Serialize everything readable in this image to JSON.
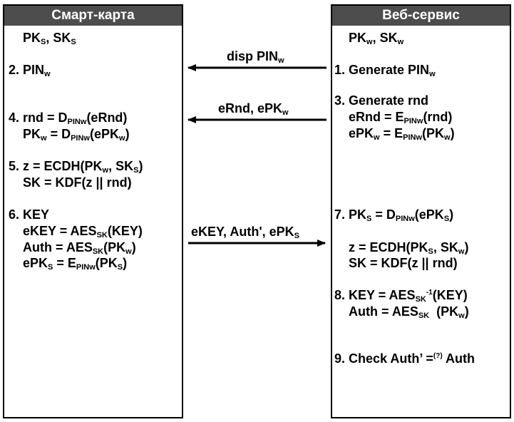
{
  "smartcard": {
    "title": "Смарт-карта",
    "keys": [
      "PK",
      "S",
      ", SK",
      "S"
    ],
    "step2": [
      "2. ",
      "PIN",
      "w"
    ],
    "step4_l1": [
      "4. ",
      "rnd = D",
      "PINw",
      "(eRnd)"
    ],
    "step4_l2": [
      "PK",
      "w",
      " = D",
      "PINw",
      "(ePK",
      "w",
      ")"
    ],
    "step5_l1": [
      "5. ",
      "z = ECDH(PK",
      "w",
      ", SK",
      "S",
      ")"
    ],
    "step5_l2": [
      "SK = KDF(z || rnd)"
    ],
    "step6_l1": [
      "6. ",
      "KEY"
    ],
    "step6_l2": [
      "eKEY = AES",
      "SK",
      "(KEY)"
    ],
    "step6_l3": [
      "Auth = AES",
      "SK",
      "(PK",
      "w",
      ")"
    ],
    "step6_l4": [
      "ePK",
      "S",
      " = E",
      "PINw",
      "(PK",
      "S",
      ")"
    ]
  },
  "webservice": {
    "title": "Веб-сервис",
    "keys": [
      "PK",
      "w",
      ", SK",
      "w"
    ],
    "step1": [
      "1. ",
      "Generate PIN",
      "w"
    ],
    "step3_l1": [
      "3. ",
      "Generate rnd"
    ],
    "step3_l2": [
      "eRnd = E",
      "PINw",
      "(rnd)"
    ],
    "step3_l3": [
      "ePK",
      "w",
      " = E",
      "PINw",
      "(PK",
      "w",
      ")"
    ],
    "step7_l1": [
      "7. ",
      "PK",
      "S",
      " = D",
      "PINw",
      "(ePK",
      "S",
      ")"
    ],
    "step7_l2": [
      "z = ECDH(PK",
      "S",
      ", SK",
      "w",
      ")"
    ],
    "step7_l3": [
      "SK = KDF(z || rnd)"
    ],
    "step8_l1": [
      "8. ",
      "KEY = AES",
      "SK",
      "-1",
      "(KEY)"
    ],
    "step8_l2": [
      "Auth = AES",
      "SK",
      "  (PK",
      "w",
      ")"
    ],
    "step9": [
      "9. ",
      "Check Auth’ =",
      "(?)",
      " Auth"
    ]
  },
  "messages": {
    "m1": [
      "disp PIN",
      "w"
    ],
    "m2": [
      "eRnd, ePK",
      "w"
    ],
    "m3": [
      "eKEY, Auth', ePK",
      "S"
    ]
  }
}
